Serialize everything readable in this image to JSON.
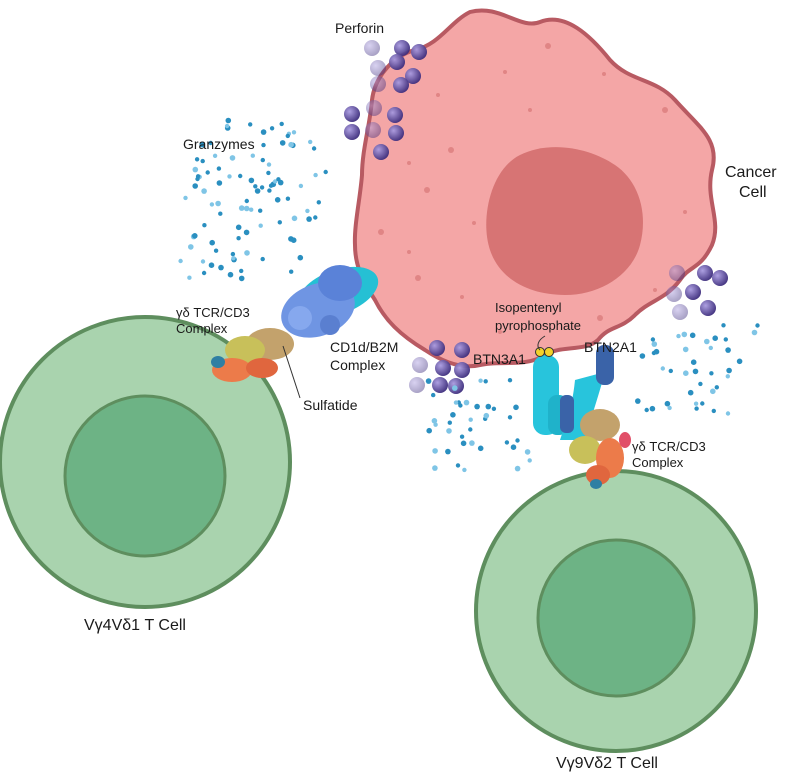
{
  "labels": {
    "perforin": "Perforin",
    "granzymes": "Granzymes",
    "cancer_line1": "Cancer",
    "cancer_line2": "Cell",
    "tcr_left_line1": "γδ TCR/CD3",
    "tcr_left_line2": "Complex",
    "cd1d_line1": "CD1d/B2M",
    "cd1d_line2": "Complex",
    "sulfatide": "Sulfatide",
    "ipp_line1": "Isopentenyl",
    "ipp_line2": "pyrophosphate",
    "btn3a1": "BTN3A1",
    "btn2a1": "BTN2A1",
    "tcr_right_line1": "γδ TCR/CD3",
    "tcr_right_line2": "Complex",
    "tcell_left": "Vγ4Vδ1 T Cell",
    "tcell_right": "Vγ9Vδ2 T Cell"
  },
  "colors": {
    "cancer_fill": "#f4a6a6",
    "cancer_stroke": "#b85a62",
    "nucleus_fill": "#d77474",
    "tcell_outer": "#a9d3ae",
    "tcell_inner": "#6db385",
    "tcell_stroke": "#5e8e5e",
    "perforin": "#4b3a8c",
    "granzyme": "#2a8fc0",
    "cd1d": "#6f95e3",
    "btn": "#28c4dc"
  }
}
